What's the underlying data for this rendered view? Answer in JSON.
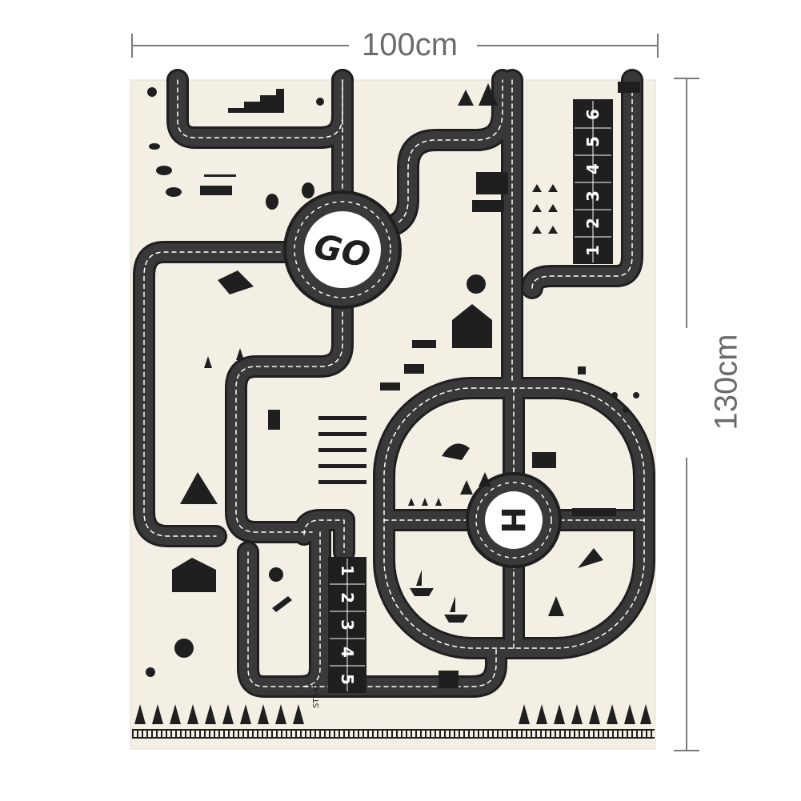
{
  "dimensions": {
    "width_label": "100cm",
    "height_label": "130cm"
  },
  "mat": {
    "roundabout_top_label": "GO",
    "roundabout_center_label": "H",
    "start_label": "STRAT",
    "hopscotch_right": [
      "1",
      "2",
      "3",
      "4",
      "5",
      "6"
    ],
    "hopscotch_bottom": [
      "1",
      "2",
      "3",
      "4",
      "5"
    ],
    "colors": {
      "background": "#f4efe4",
      "road": "#3a3939",
      "road_edge": "#1f1f1f",
      "marking": "#ffffff",
      "dim_line": "#7a7a7a"
    }
  }
}
